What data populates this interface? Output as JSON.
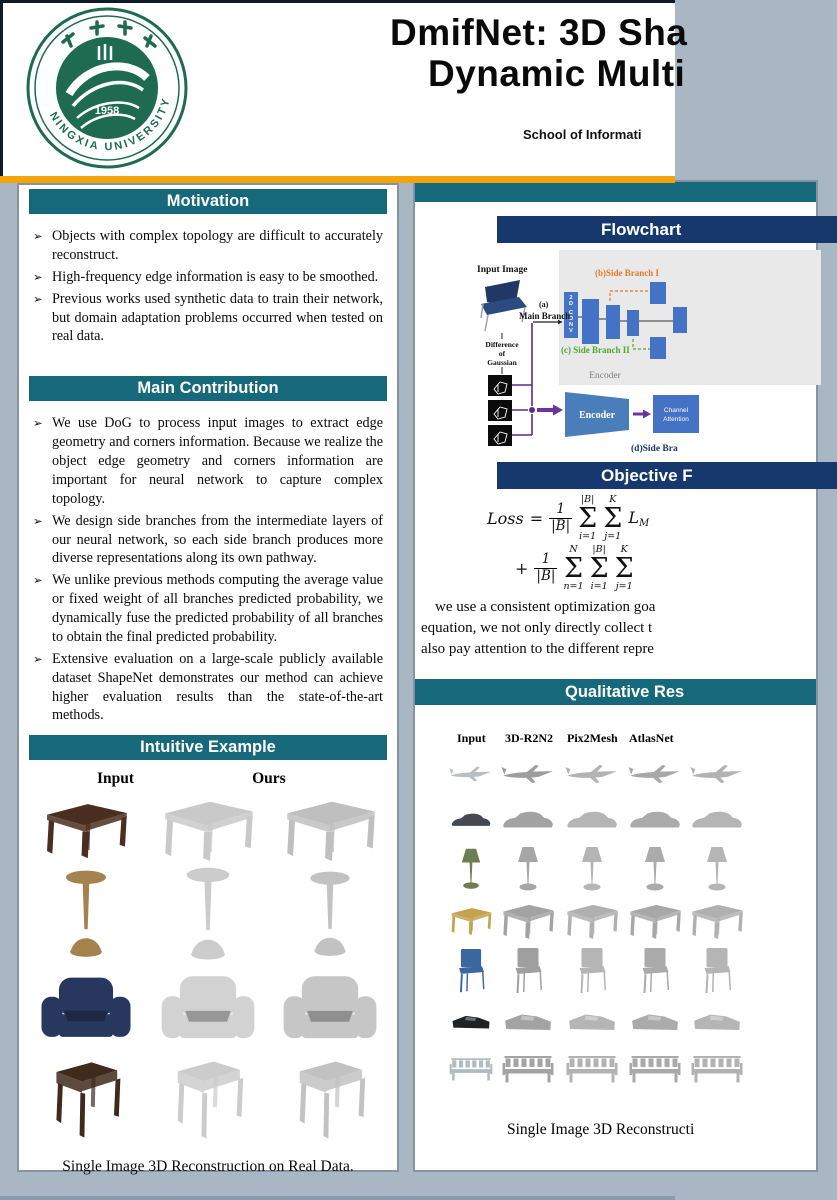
{
  "header": {
    "title_line1": "DmifNet: 3D Sha",
    "title_line2": "Dynamic Multi",
    "affiliation": "School of Informati",
    "logo": {
      "university": "NINGXIA  UNIVERSITY",
      "year": "1958"
    }
  },
  "colors": {
    "accent_orange": "#f3a30c",
    "teal_header": "#16697a",
    "navy_header": "#17386d",
    "background": "#a9b6c4",
    "logo_green": "#1f6b52",
    "flow_blue": "#4472c4",
    "branch_orange": "#e07b27",
    "branch_green": "#4ea72e",
    "fusion_purple": "#5a2a8a"
  },
  "left": {
    "motivation": {
      "title": "Motivation",
      "marker": "➢",
      "bullets": [
        "Objects with complex topology are difficult to accurately reconstruct.",
        "High-frequency edge information is easy to be smoothed.",
        "Previous works used synthetic data to train their network, but domain adaptation problems occurred when tested on real data."
      ]
    },
    "contribution": {
      "title": "Main Contribution",
      "bullets": [
        "We use DoG to process input images to extract edge geometry and corners information. Because we realize the object edge geometry and corners information are important for neural network to capture complex topology.",
        "We design side branches from the intermediate layers of our neural network, so each side branch produces more diverse representations along its own pathway.",
        "We unlike previous methods computing the average value or fixed weight of all branches predicted probability, we dynamically fuse the predicted probability of all branches to obtain the final predicted probability.",
        "Extensive evaluation on a large-scale publicly available dataset ShapeNet demonstrates our method can achieve higher evaluation results than the state-of-the-art methods."
      ]
    },
    "example": {
      "title": "Intuitive Example",
      "col_input": "Input",
      "col_ours": "Ours",
      "rows": [
        "table",
        "pedestal-table",
        "armchair",
        "side-table"
      ],
      "caption": "Single Image 3D Reconstruction on Real Data."
    }
  },
  "right": {
    "flowchart": {
      "title": "Flowchart",
      "input_image": "Input Image",
      "a": "(a)",
      "main_branch": "Main Branch",
      "dog1": "Difference",
      "dog2": "of",
      "dog3": "Gaussian",
      "side_b": "(b)Side Branch I",
      "side_c": "(c) Side Branch II",
      "encoder_caption": "Encoder",
      "conv": [
        "2",
        "D",
        "C",
        "O",
        "N",
        "V"
      ],
      "encoder_trap": "Encoder",
      "channel1": "Channel",
      "channel2": "Attention",
      "side_d": "(d)Side Bra"
    },
    "objective": {
      "title": "Objective F",
      "loss": "Loss",
      "eq": "=",
      "plus": "+",
      "frac_num": "1",
      "frac_den": "|B|",
      "sum1_top": "|B|",
      "sum1_bot": "i=1",
      "sum2_top": "K",
      "sum2_bot": "j=1",
      "sigma": "Σ",
      "tail_main": "L",
      "tail_sub": "M",
      "sum3_top": "N",
      "sum3_bot": "n=1",
      "sum4_top": "|B|",
      "sum4_bot": "i=1",
      "sum5_top": "K",
      "sum5_bot": "j=1",
      "para_lines": [
        "we use a consistent optimization goa",
        "equation, we not only directly collect t",
        "also pay attention to the different repre"
      ]
    },
    "qualitative": {
      "title": "Qualitative Res",
      "columns": [
        "Input",
        "3D-R2N2",
        "Pix2Mesh",
        "AtlasNet"
      ],
      "rows": [
        "airplane",
        "car",
        "lamp",
        "table",
        "chair",
        "truck",
        "bench"
      ],
      "caption": "Single Image 3D Reconstructi"
    }
  }
}
